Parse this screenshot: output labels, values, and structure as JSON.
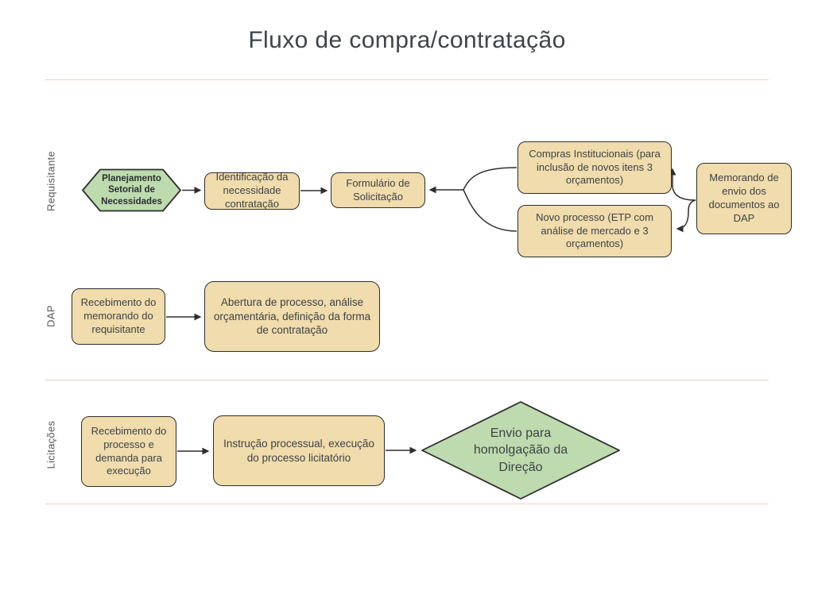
{
  "title": "Fluxo de compra/contratação",
  "lanes": {
    "requisitante": "Requisitante",
    "dap": "DAP",
    "licitacoes": "Licitações"
  },
  "nodes": {
    "planejamento": "Planejamento Setorial de Necessidades",
    "identificacao": "Identificação da necessidade contratação",
    "formulario": "Formulário de Solicitação",
    "compras_institucionais": "Compras Institucionais (para inclusão de novos itens 3 orçamentos)",
    "novo_processo": "Novo processo (ETP com análise de mercado e 3 orçamentos)",
    "memorando": "Memorando de envio dos documentos ao DAP",
    "recebimento_memorando": "Recebimento do memorando do requisitante",
    "abertura_processo": "Abertura de processo, análise orçamentária, definição da forma de contratação",
    "recebimento_processo": "Recebimento do processo e demanda para execução",
    "instrucao_processual": "Instrução processual, execução do processo licitatório",
    "envio_homologacao": "Envio para homolgaçãão da Direção"
  },
  "colors": {
    "box_fill": "#F0DCAC",
    "box_border": "#2E2E2E",
    "green_fill": "#BDDBAE",
    "edge": "#2E2E2E",
    "divider": "#F7CEBD",
    "text": "#3E4247",
    "title": "#3F444A",
    "lane_label": "#54585C"
  }
}
